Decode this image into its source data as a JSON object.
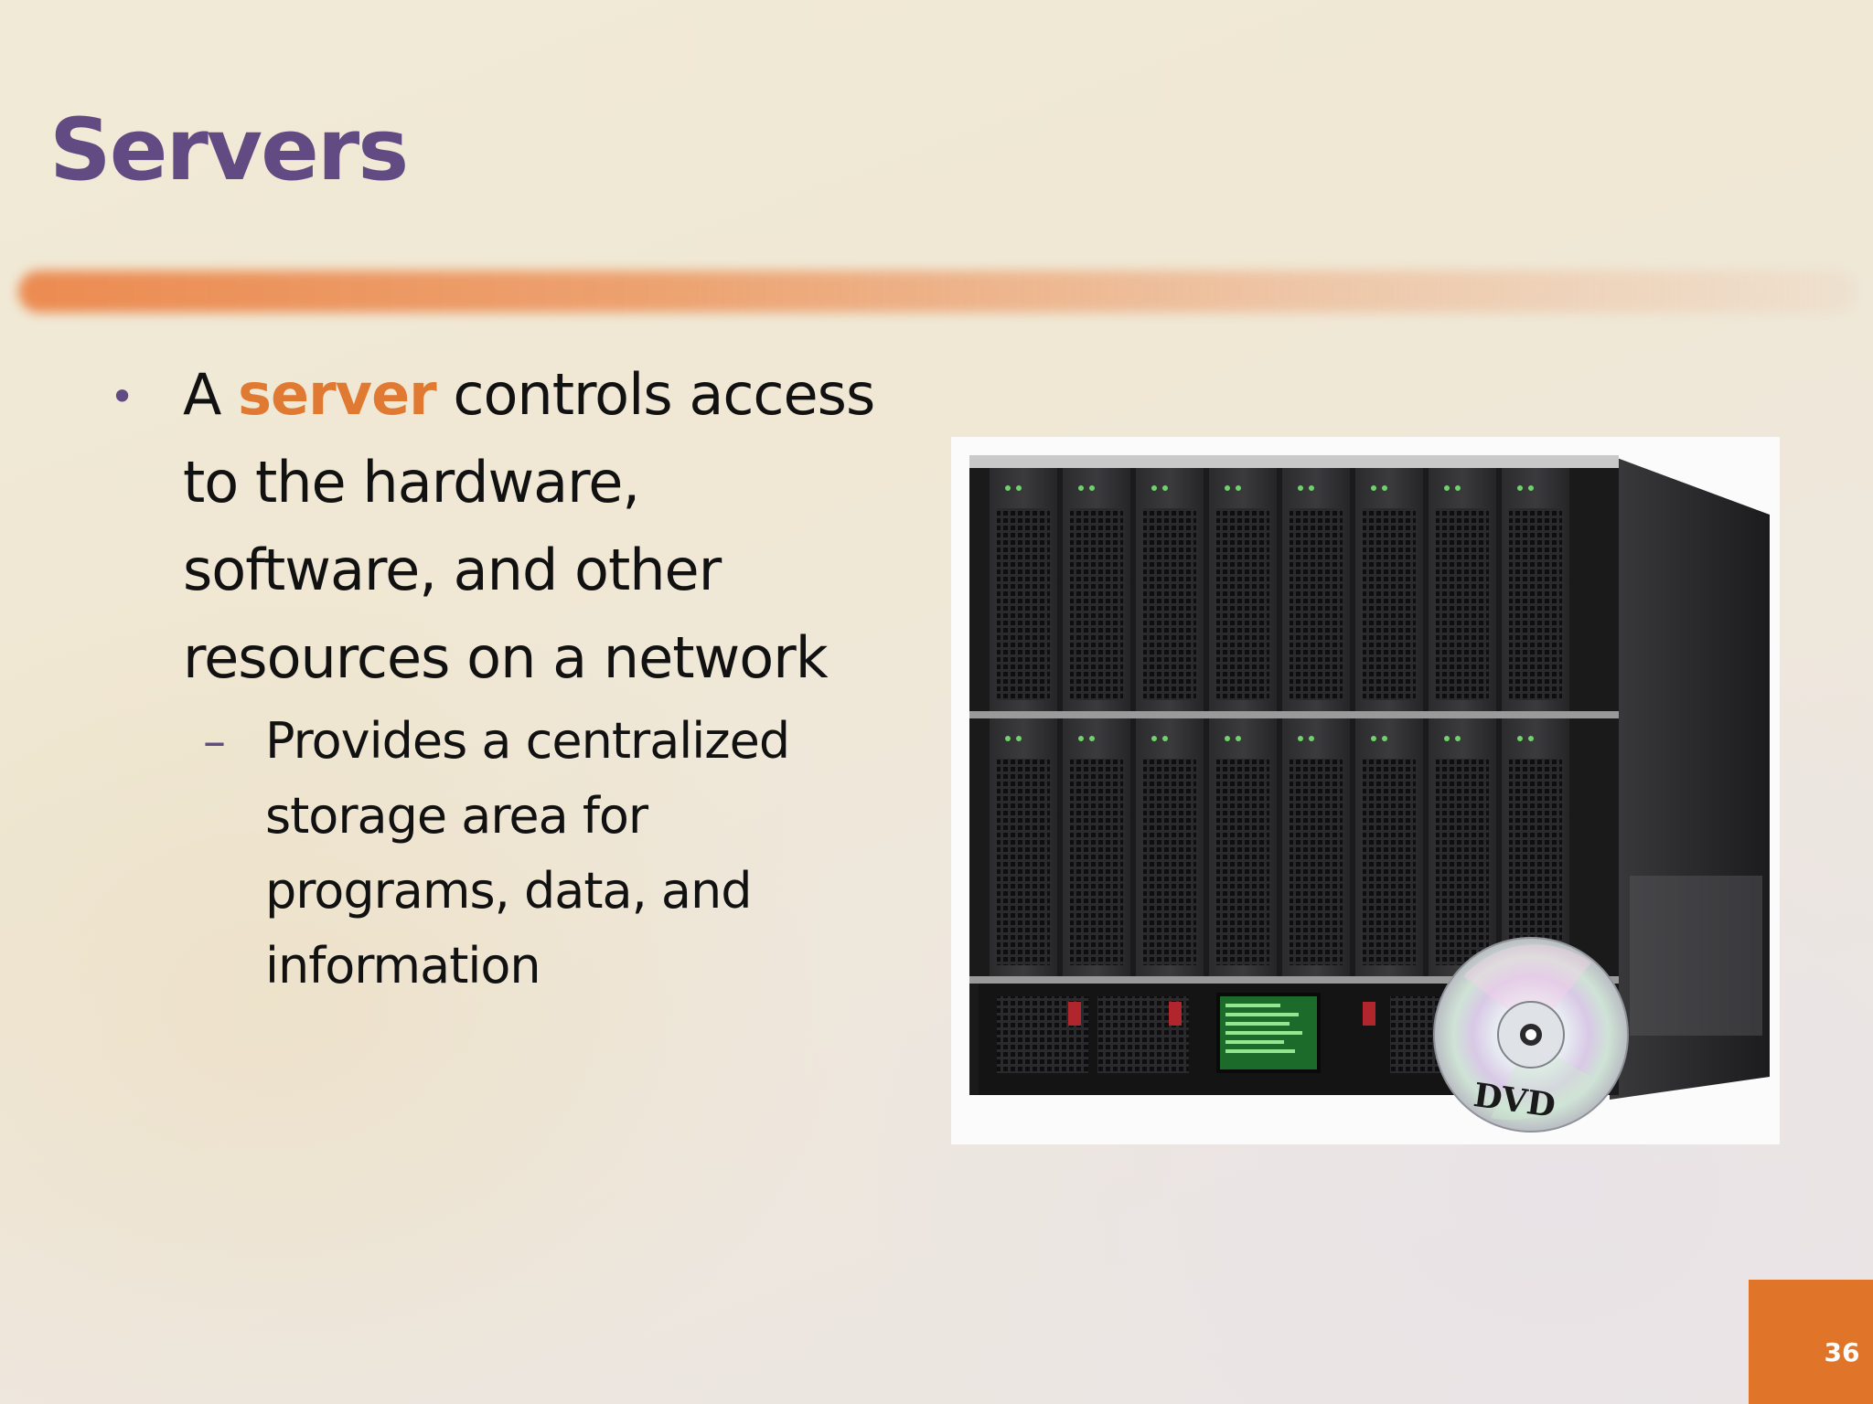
{
  "slide": {
    "title": "Servers",
    "bullet": {
      "prefix": "A ",
      "emphasis": "server",
      "lines": [
        " controls access",
        "to the hardware,",
        "software, and other",
        "resources on a network"
      ]
    },
    "sub_bullet": {
      "dash": "–",
      "lines": [
        "Provides a centralized",
        "storage area for",
        "programs, data, and",
        "information"
      ]
    },
    "image": {
      "disc_label": "DVD"
    },
    "page_number": "36"
  },
  "colors": {
    "title": "#624a82",
    "emphasis": "#e07a33",
    "accent_bar": "#eb864a",
    "page_box": "#e07428"
  }
}
